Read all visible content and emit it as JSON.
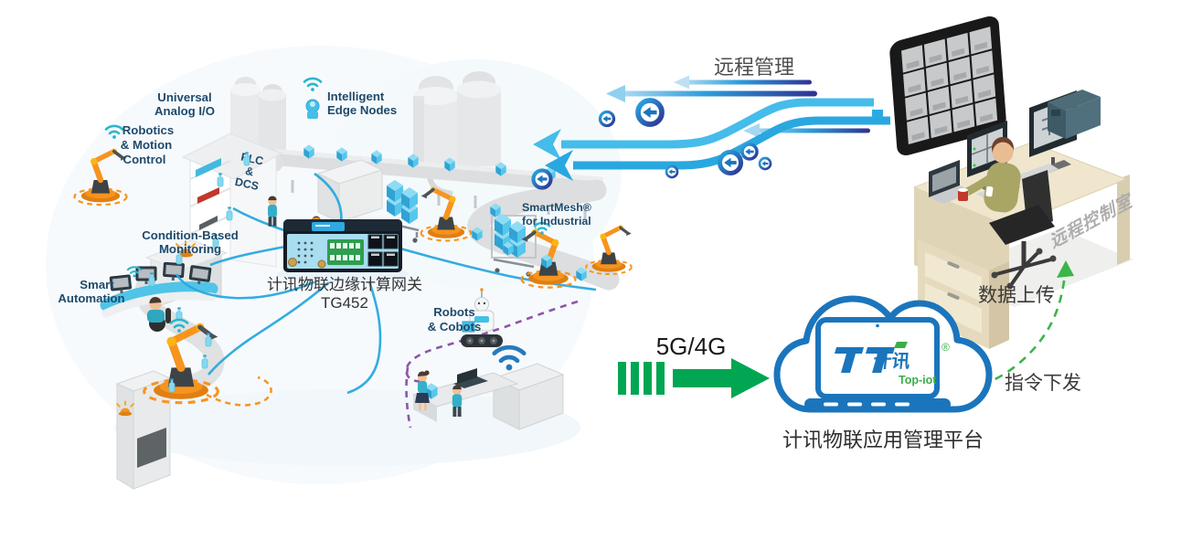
{
  "factory": {
    "labels": {
      "universal": [
        "Universal",
        "Analog I/O"
      ],
      "intelligent": [
        "Intelligent",
        "Edge Nodes"
      ],
      "robotics": [
        "Robotics",
        "& Motion",
        "Control"
      ],
      "plc": [
        "PLC",
        "&",
        "DCS"
      ],
      "condition": [
        "Condition-Based",
        "Monitoring"
      ],
      "smart": [
        "Smart",
        "Automation"
      ],
      "smartmesh": [
        "SmartMesh®",
        "for Industrial"
      ],
      "robots": [
        "Robots",
        "& Cobots"
      ]
    },
    "gateway": {
      "name": "计讯物联边缘计算网关",
      "model": "TG452"
    }
  },
  "flows": {
    "remote_management": "远程管理",
    "data_upload": "数据上传",
    "command_dispatch": "指令下发",
    "network": "5G/4G"
  },
  "control_room": {
    "floor_label": "远程控制室"
  },
  "cloud": {
    "platform_label": "计讯物联应用管理平台",
    "logo": {
      "zh": "计讯",
      "en": "Top-iot",
      "reg": "®"
    }
  },
  "colors": {
    "arrow_blue": "#29ABE2",
    "arrow_blue_light": "#45BCEA",
    "arrow_navy": "#2E3192",
    "green_solid": "#00A651",
    "green_dashed": "#3AB54A",
    "cloud_blue": "#1B75BC",
    "logo_green": "#3BAE49",
    "factory_label_navy": "#1F4A6B",
    "machine_orange": "#F7941E",
    "conveyor_gray": "#DCDEDF",
    "cube_teal": "#45BFE7",
    "path_purple": "#8E56A6",
    "text_dark": "#4D4D4D",
    "desk_beige": "#EFE6CD"
  },
  "icons": {
    "wifi": "wifi-icon",
    "circled_arrow": "circled-arrow-left-icon",
    "alarm": "alarm-lamp-icon",
    "robot_arm": "robot-arm-icon",
    "registered": "registered-mark-icon"
  }
}
